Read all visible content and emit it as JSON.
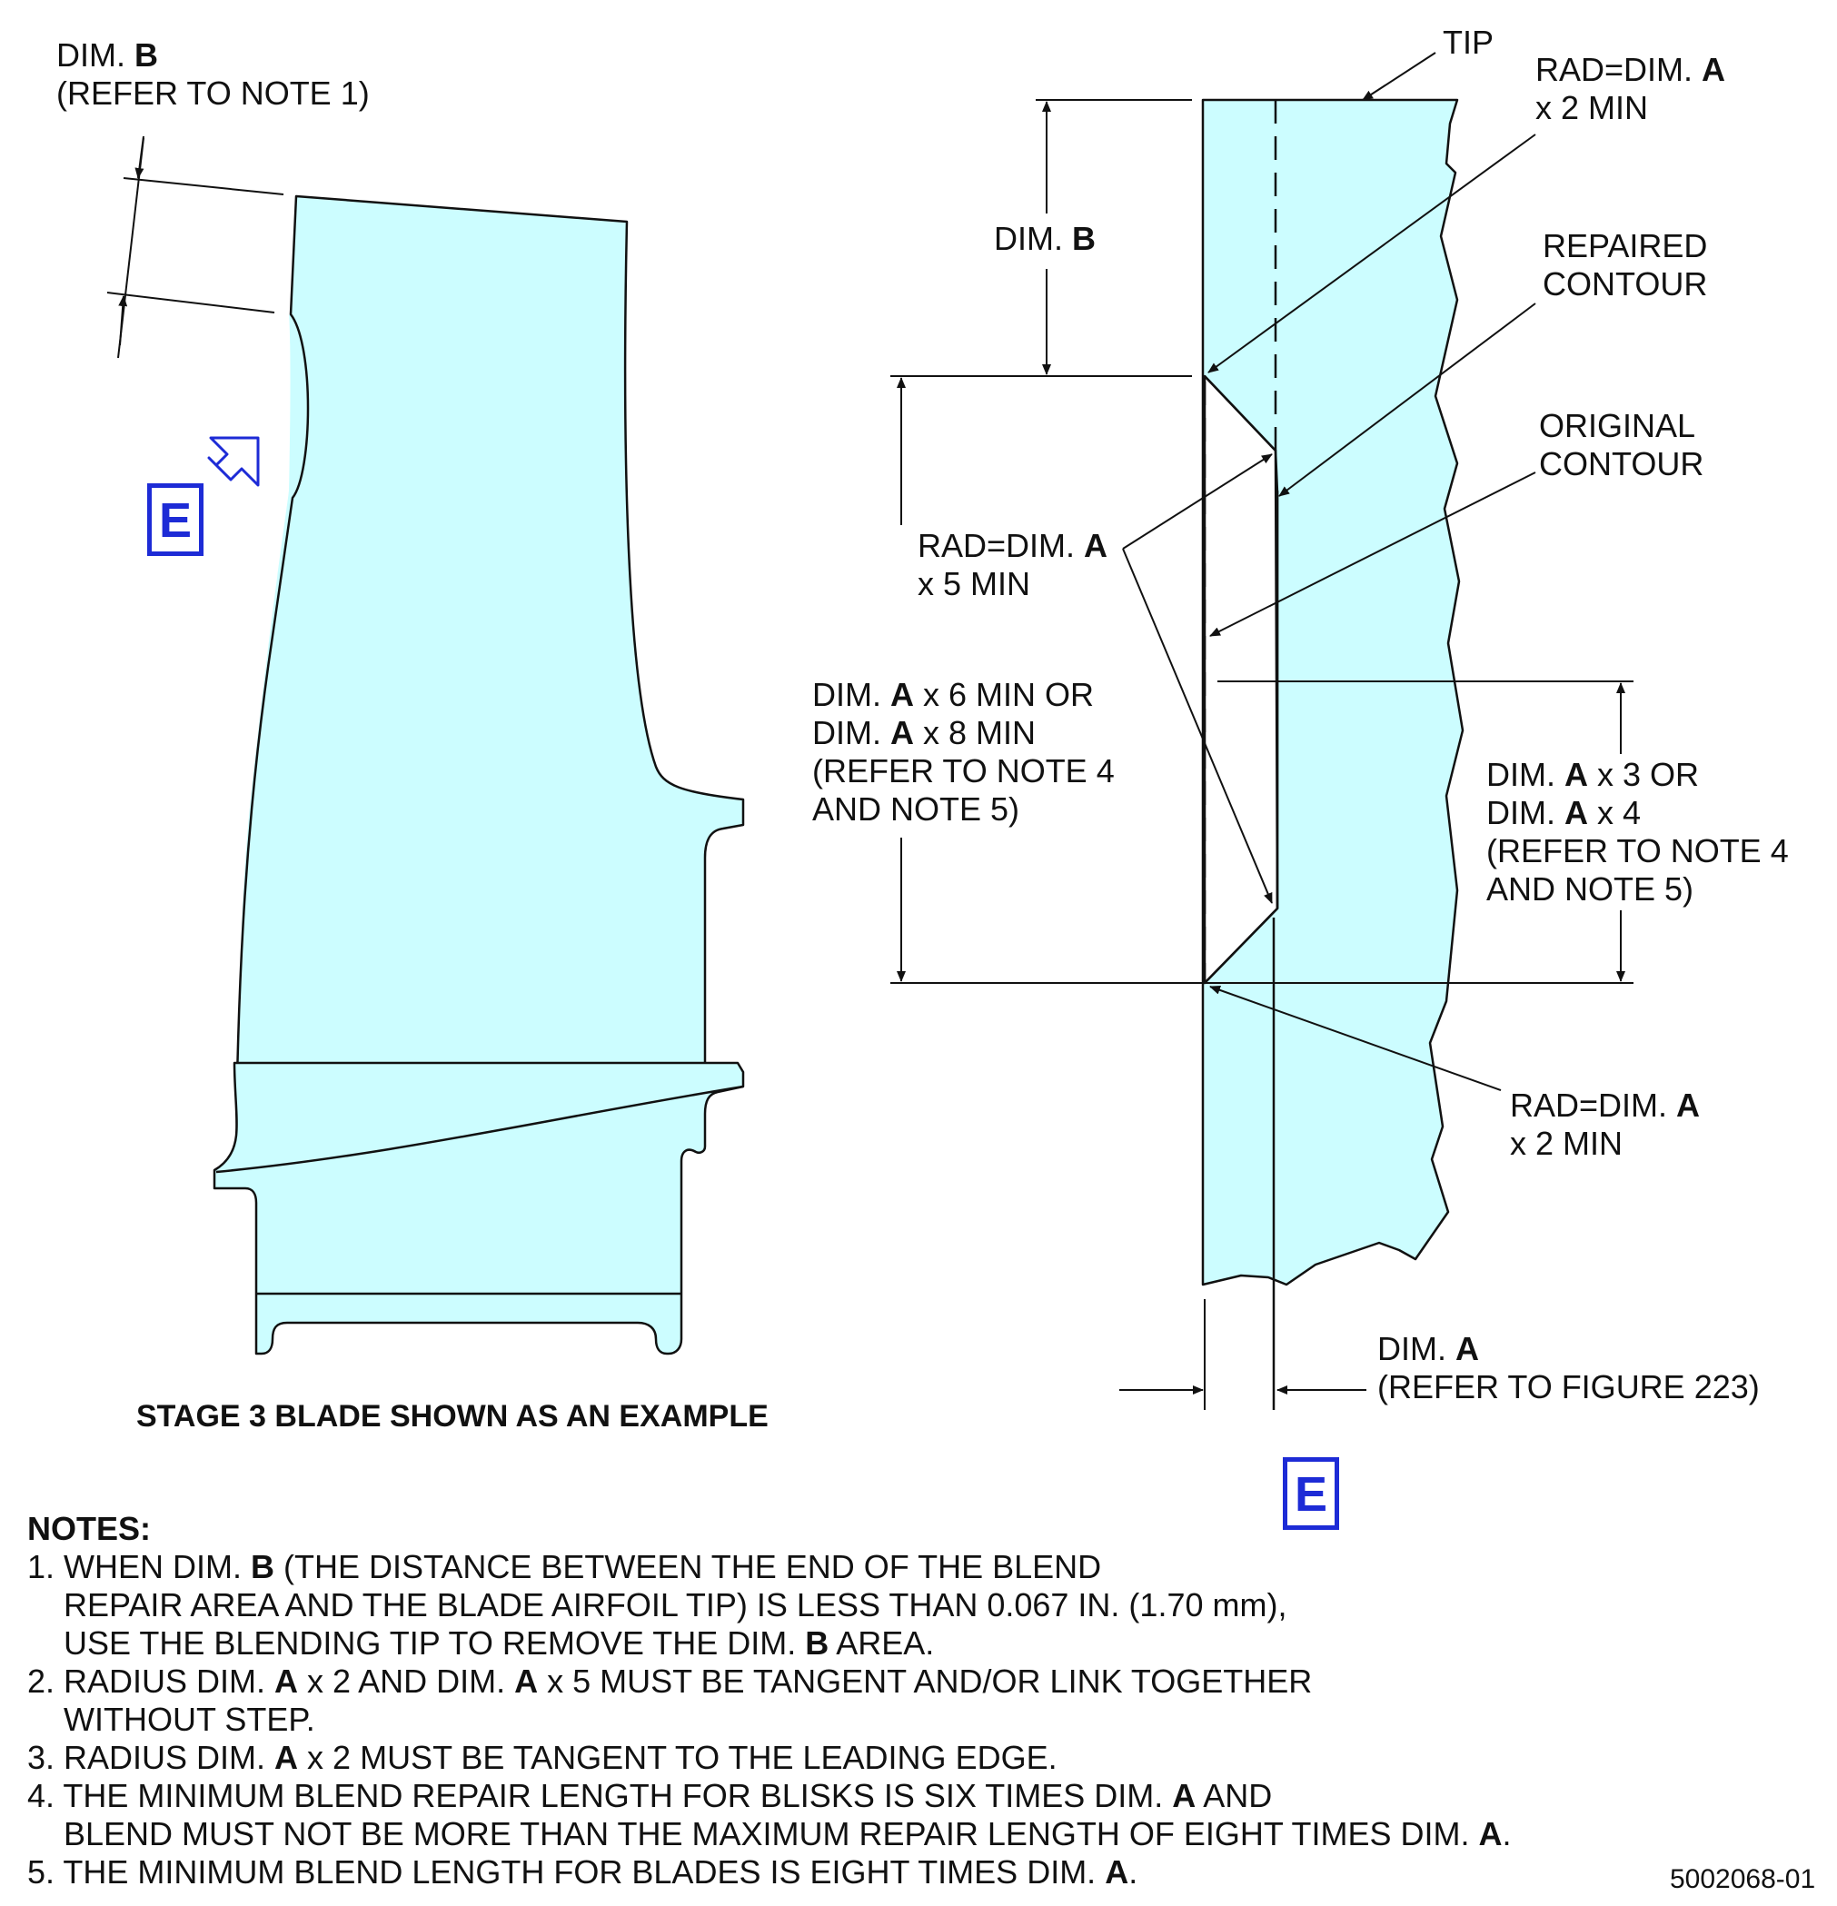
{
  "labels": {
    "dim_b_left_1": "DIM. ",
    "dim_b_left_2": "B",
    "dim_b_left_ref": "(REFER TO NOTE 1)",
    "dim_b_mid_1": "DIM. ",
    "dim_b_mid_2": "B",
    "tip": "TIP",
    "rad_top_1": "RAD=DIM. ",
    "rad_top_2": "A",
    "rad_top_3": "x 2 MIN",
    "repaired_1": "REPAIRED",
    "repaired_2": "CONTOUR",
    "original_1": "ORIGINAL",
    "original_2": "CONTOUR",
    "rad_mid_1": "RAD=DIM. ",
    "rad_mid_2": "A",
    "rad_mid_3": "x 5 MIN",
    "len_left_1a": "DIM. ",
    "len_left_1b": "A",
    "len_left_1c": " x 6 MIN OR",
    "len_left_2a": "DIM. ",
    "len_left_2b": "A",
    "len_left_2c": " x 8 MIN",
    "len_left_3": "(REFER TO NOTE 4",
    "len_left_4": "AND NOTE 5)",
    "len_right_1a": "DIM. ",
    "len_right_1b": "A",
    "len_right_1c": " x 3 OR",
    "len_right_2a": "DIM. ",
    "len_right_2b": "A",
    "len_right_2c": " x 4",
    "len_right_3": "(REFER TO NOTE 4",
    "len_right_4": "AND NOTE 5)",
    "rad_bot_1": "RAD=DIM. ",
    "rad_bot_2": "A",
    "rad_bot_3": "x 2 MIN",
    "dim_a_1": "DIM. ",
    "dim_a_2": "A",
    "dim_a_ref": "(REFER TO FIGURE 223)",
    "caption": "STAGE 3 BLADE SHOWN AS AN EXAMPLE",
    "view_letter": "E",
    "fig_number": "5002068-01"
  },
  "notes": {
    "heading": "NOTES:",
    "n1a": "1. WHEN DIM. ",
    "n1b": "B",
    "n1c": " (THE DISTANCE BETWEEN THE END OF THE BLEND",
    "n1d": "    REPAIR AREA AND THE BLADE AIRFOIL TIP) IS LESS THAN 0.067 IN. (1.70 mm),",
    "n1e": "    USE THE BLENDING TIP TO REMOVE THE DIM. ",
    "n1f": "B",
    "n1g": " AREA.",
    "n2a": "2. RADIUS DIM. ",
    "n2b": "A",
    "n2c": " x 2 AND DIM. ",
    "n2d": "A",
    "n2e": " x 5 MUST BE TANGENT AND/OR LINK TOGETHER",
    "n2f": "    WITHOUT STEP.",
    "n3a": "3. RADIUS DIM. ",
    "n3b": "A",
    "n3c": " x 2 MUST BE TANGENT TO THE LEADING EDGE.",
    "n4a": "4. THE MINIMUM BLEND REPAIR LENGTH FOR BLISKS IS SIX TIMES DIM. ",
    "n4b": "A",
    "n4c": " AND",
    "n4d": "    BLEND MUST NOT BE MORE THAN THE MAXIMUM REPAIR LENGTH OF EIGHT TIMES DIM. ",
    "n4e": "A",
    "n4f": ".",
    "n5a": "5. THE MINIMUM BLEND LENGTH FOR BLADES IS EIGHT TIMES DIM. ",
    "n5b": "A",
    "n5c": "."
  },
  "colors": {
    "fill": "#ccfdff",
    "line": "#111111",
    "callout": "#1d2bd6"
  }
}
